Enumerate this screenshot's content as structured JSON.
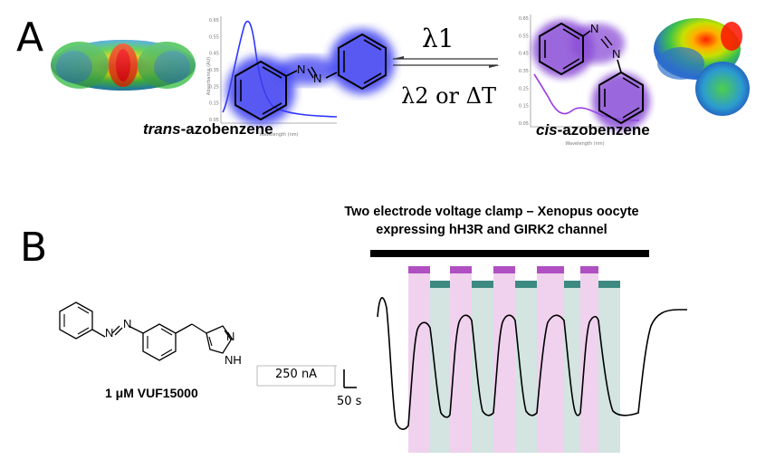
{
  "panel_a": {
    "label": "A",
    "trans_name_italic": "trans",
    "trans_name_rest": "-azobenzene",
    "cis_name_italic": "cis",
    "cis_name_rest": "-azobenzene",
    "forward_label": "λ1",
    "reverse_label": "λ2 or ΔT",
    "spectrum_xlabel": "Wavelength (nm)",
    "spectrum_ylabel": "Absorbance (AU)",
    "spectrum_ticks": [
      "0.65",
      "0.55",
      "0.45",
      "0.35",
      "0.25",
      "0.15",
      "0.05"
    ],
    "colors": {
      "purple_halo": "#8a4dd6",
      "blue_halo": "#3b3df0",
      "spectrum_trans": "#2f36ff",
      "spectrum_cis": "#9b3ae6"
    }
  },
  "panel_b": {
    "label": "B",
    "title_line1": "Two electrode voltage clamp – Xenopus oocyte",
    "title_line2": "expressing hH3R and GIRK2 channel",
    "compound_label": "1 μM VUF15000",
    "atom_labels": {
      "n1": "N",
      "n2": "N",
      "n3": "N",
      "nh": "NH"
    },
    "scale_current": "250 nA",
    "scale_time": "50 s",
    "colors": {
      "agonist_bar": "#000000",
      "light1_bar": "#b04fc2",
      "light1_fill": "#f0d2ee",
      "light2_bar": "#3d8a82",
      "light2_fill": "#d3e4e1"
    }
  }
}
